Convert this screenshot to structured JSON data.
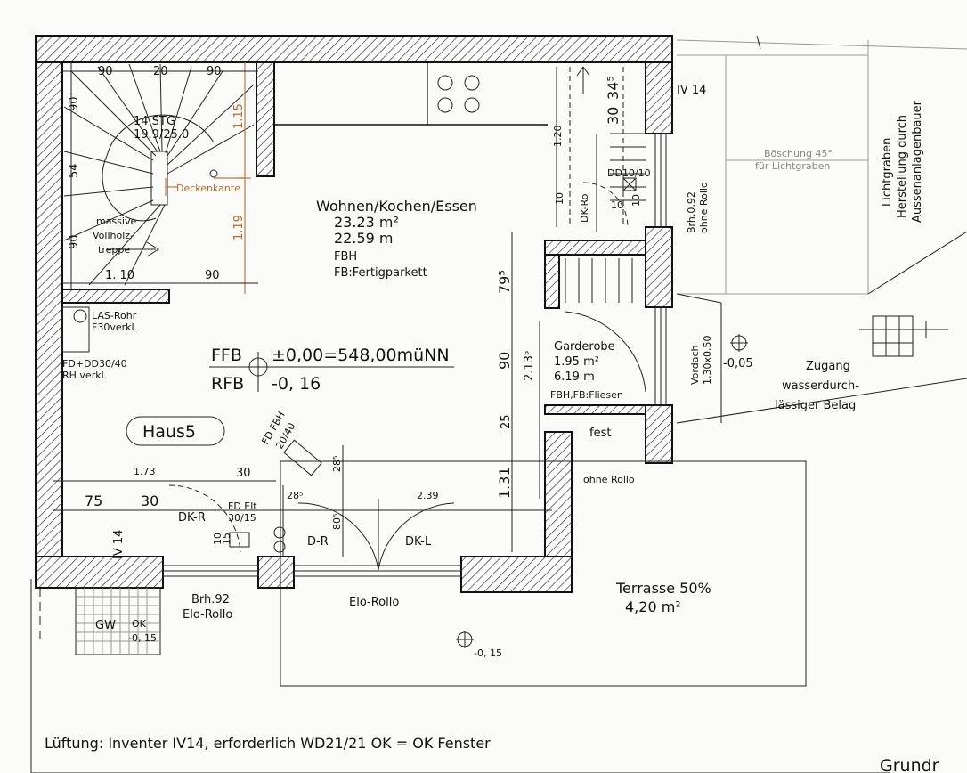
{
  "rooms": {
    "living": {
      "name": "Wohnen/Kochen/Essen",
      "area": "23.23  m²",
      "perimeter": "22.59  m",
      "heating": "FBH",
      "floor": "FB:Fertigparkett"
    },
    "wardrobe": {
      "name": "Garderobe",
      "area": "1.95  m²",
      "perimeter": "6.19  m",
      "floor": "FBH,FB:Fliesen"
    },
    "terrace": {
      "name": "Terrasse 50%",
      "area": "4,20  m²"
    }
  },
  "levels": {
    "ffb_label": "FFB",
    "ffb_value": "±0,00=548,00müNN",
    "rfb_label": "RFB",
    "rfb_value": "-0, 16",
    "porch_level": "-0,05",
    "terrace_level": "-0, 15",
    "lightwell_level": "-0, 15"
  },
  "house_label": "Haus5",
  "stair": {
    "steps": "14  STG",
    "rise": "19.9/25.0",
    "desc": [
      "massive",
      "Vollholz-",
      "treppe"
    ],
    "ceiling_edge": "Deckenkante"
  },
  "dimensions": {
    "stair_top": [
      "90",
      "20",
      "90"
    ],
    "stair_left": [
      "90",
      "54",
      "90"
    ],
    "stair_right": [
      "1.15",
      "1.19"
    ],
    "stair_bottom": [
      "1. 10",
      "90"
    ],
    "wardrobe_right": [
      "30",
      "34⁵",
      "1.20",
      "10",
      "10",
      "10"
    ],
    "vertical": [
      "79⁵",
      "90",
      "2.13⁵",
      "25",
      "1.31"
    ],
    "bottom_row1": [
      "1.73",
      "30"
    ],
    "bottom_row2": [
      "75",
      "30",
      "28⁵",
      "2.39",
      "28⁵",
      "80⁵",
      "10",
      "15"
    ]
  },
  "labels": {
    "las_rohr": [
      "LAS-Rohr",
      "F30verkl."
    ],
    "fd_dd": [
      "FD+DD30/40",
      "RH  verkl."
    ],
    "fd_fbh": [
      "FD FBH",
      "20/40"
    ],
    "fd_elt": [
      "FD Elt",
      "30/15"
    ],
    "dd_1010": "DD10/10",
    "dk_r_door": "DK-Ro",
    "iv14_top": "IV 14",
    "iv14_left": "IV 14",
    "brh_right": [
      "Brh.0,92",
      "ohne Rollo"
    ],
    "vordach": [
      "Vordach",
      "1,30x0,50"
    ],
    "fest": "fest",
    "ohne_rollo": "ohne Rollo",
    "dk_r": "DK-R",
    "d_r": "D-R",
    "dk_l": "DK-L",
    "elo_rollo": "Elo-Rollo",
    "brh92": [
      "Brh.92",
      "Elo-Rollo"
    ],
    "gw": "GW",
    "ok": "OK",
    "boeschung": [
      "Böschung 45°",
      "für Lichtgraben"
    ],
    "lichtgraben": [
      "Lichtgraben",
      "Herstellung durch",
      "Aussenanlagenbauer"
    ],
    "zugang": [
      "Zugang",
      "wasserdurch-",
      "lässiger Belag"
    ]
  },
  "note": "Lüftung:  Inventer  IV14,  erforderlich  WD21/21  OK =  OK Fenster",
  "sheet_title": "Grundr"
}
